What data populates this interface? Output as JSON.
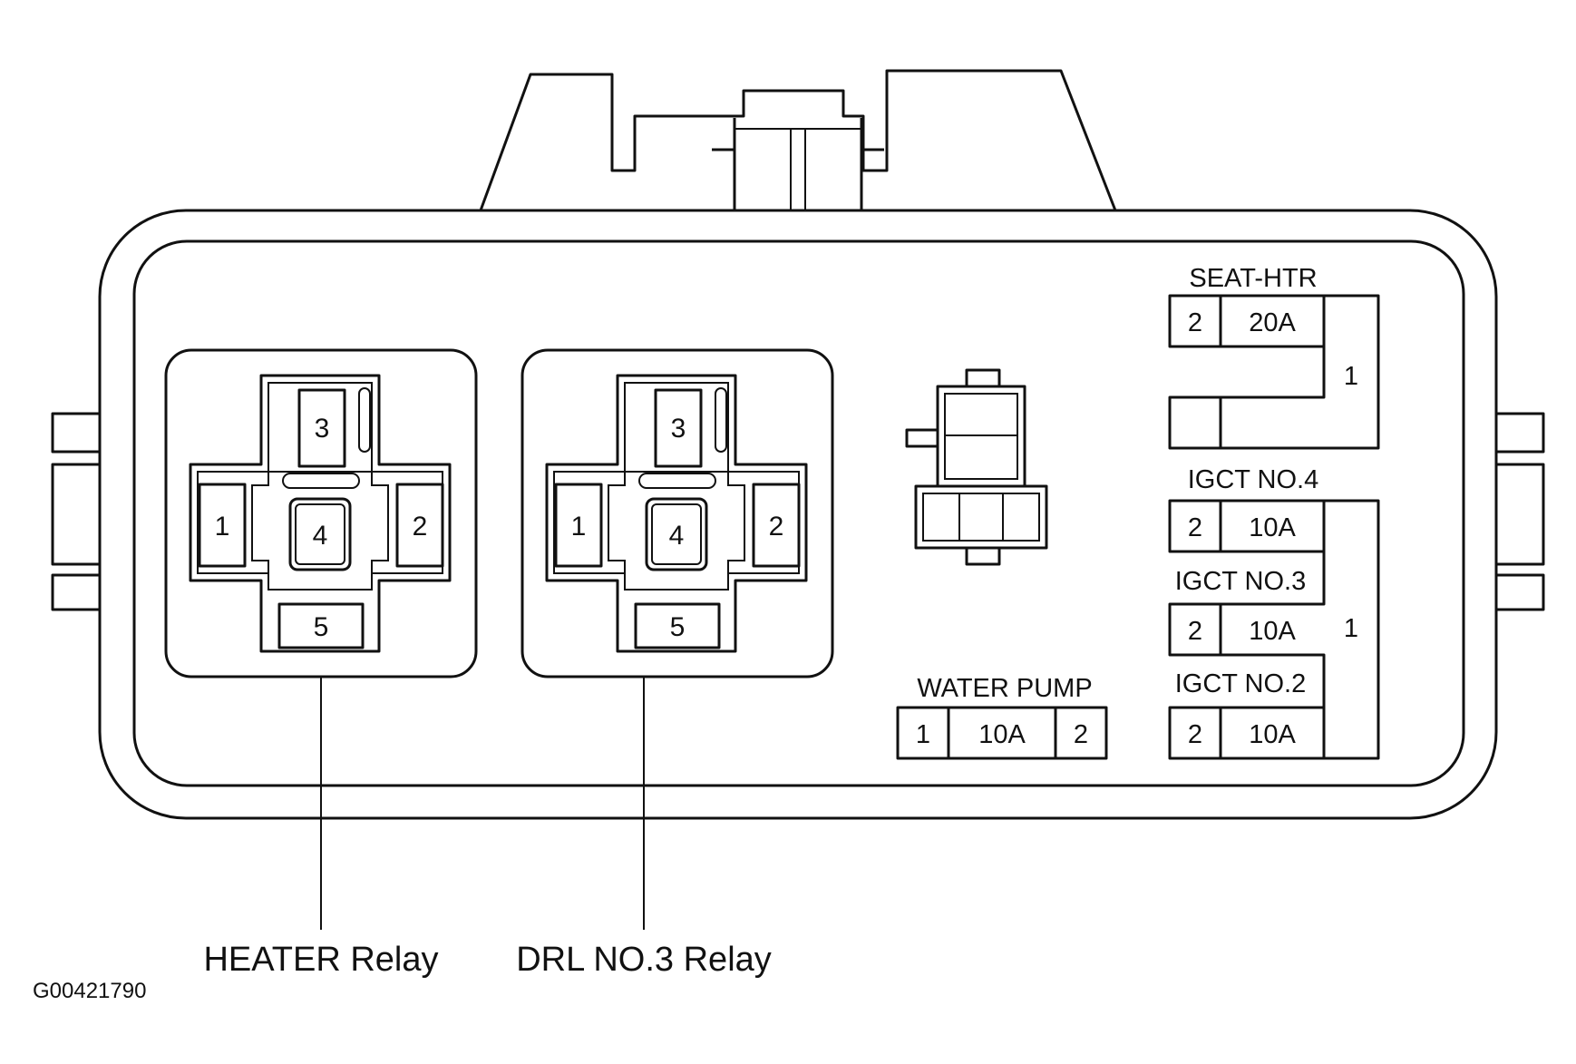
{
  "relays": [
    {
      "name": "HEATER Relay",
      "pins": {
        "p1": "1",
        "p2": "2",
        "p3": "3",
        "p4": "4",
        "p5": "5"
      }
    },
    {
      "name": "DRL NO.3 Relay",
      "pins": {
        "p1": "1",
        "p2": "2",
        "p3": "3",
        "p4": "4",
        "p5": "5"
      }
    }
  ],
  "fuses": {
    "seat_htr": {
      "name": "SEAT-HTR",
      "left_terminal": "2",
      "rating": "20A",
      "common_terminal": "1"
    },
    "igct_no4": {
      "name": "IGCT NO.4",
      "left_terminal": "2",
      "rating": "10A"
    },
    "igct_no3": {
      "name": "IGCT NO.3",
      "left_terminal": "2",
      "rating": "10A"
    },
    "igct_no2": {
      "name": "IGCT NO.2",
      "left_terminal": "2",
      "rating": "10A"
    },
    "igct_common_terminal": "1",
    "water_pump": {
      "name": "WATER PUMP",
      "left_terminal": "1",
      "rating": "10A",
      "right_terminal": "2"
    }
  },
  "figure_id": "G00421790"
}
